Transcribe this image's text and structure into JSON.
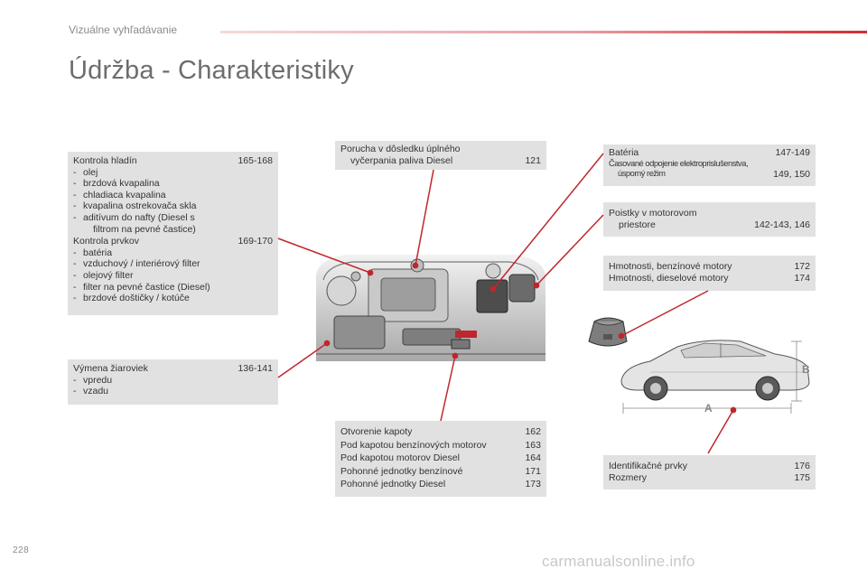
{
  "header": {
    "section": "Vizuálne vyhľadávanie",
    "title": "Údržba - Charakteristiky"
  },
  "page_number": "228",
  "watermark": "carmanualsonline.info",
  "box_levels": {
    "title": "Kontrola hladín",
    "pages": "165-168",
    "items": [
      "olej",
      "brzdová kvapalina",
      "chladiaca kvapalina",
      "kvapalina ostrekovača skla",
      "aditívum do nafty (Diesel s"
    ],
    "item_cont": "filtrom na pevné častice)",
    "title2": "Kontrola prvkov",
    "pages2": "169-170",
    "items2": [
      "batéria",
      "vzduchový / interiérový filter",
      "olejový filter",
      "filter na pevné častice (Diesel)",
      "brzdové doštičky / kotúče"
    ]
  },
  "box_bulbs": {
    "title": "Výmena žiaroviek",
    "pages": "136-141",
    "items": [
      "vpredu",
      "vzadu"
    ]
  },
  "box_fuel": {
    "line1": "Porucha v dôsledku úplného",
    "line2": "vyčerpania paliva Diesel",
    "pages": "121"
  },
  "box_bonnet": {
    "rows": [
      {
        "label": "Otvorenie kapoty",
        "pages": "162"
      },
      {
        "label": "Pod kapotou benzínových motorov",
        "pages": "163"
      },
      {
        "label": "Pod kapotou motorov Diesel",
        "pages": "164"
      },
      {
        "label": "Pohonné jednotky benzínové",
        "pages": "171"
      },
      {
        "label": "Pohonné jednotky Diesel",
        "pages": "173"
      }
    ]
  },
  "box_battery": {
    "title": "Batéria",
    "pages": "147-149",
    "line1": "Časované odpojenie elektroprislušenstva,",
    "line2": "úsporný režim",
    "pages2": "149, 150"
  },
  "box_fuses": {
    "line1": "Poistky v motorovom",
    "line2": "priestore",
    "pages": "142-143, 146"
  },
  "box_weights": {
    "rows": [
      {
        "label": "Hmotnosti, benzínové motory",
        "pages": "172"
      },
      {
        "label": "Hmotnosti, dieselové motory",
        "pages": "174"
      }
    ]
  },
  "box_ident": {
    "rows": [
      {
        "label": "Identifikačné prvky",
        "pages": "176"
      },
      {
        "label": "Rozmery",
        "pages": "175"
      }
    ]
  },
  "dimensions": {
    "a": "A",
    "b": "B"
  },
  "colors": {
    "leader": "#c0262e",
    "box_bg": "#e1e1e1",
    "accent": "#d72a31"
  }
}
